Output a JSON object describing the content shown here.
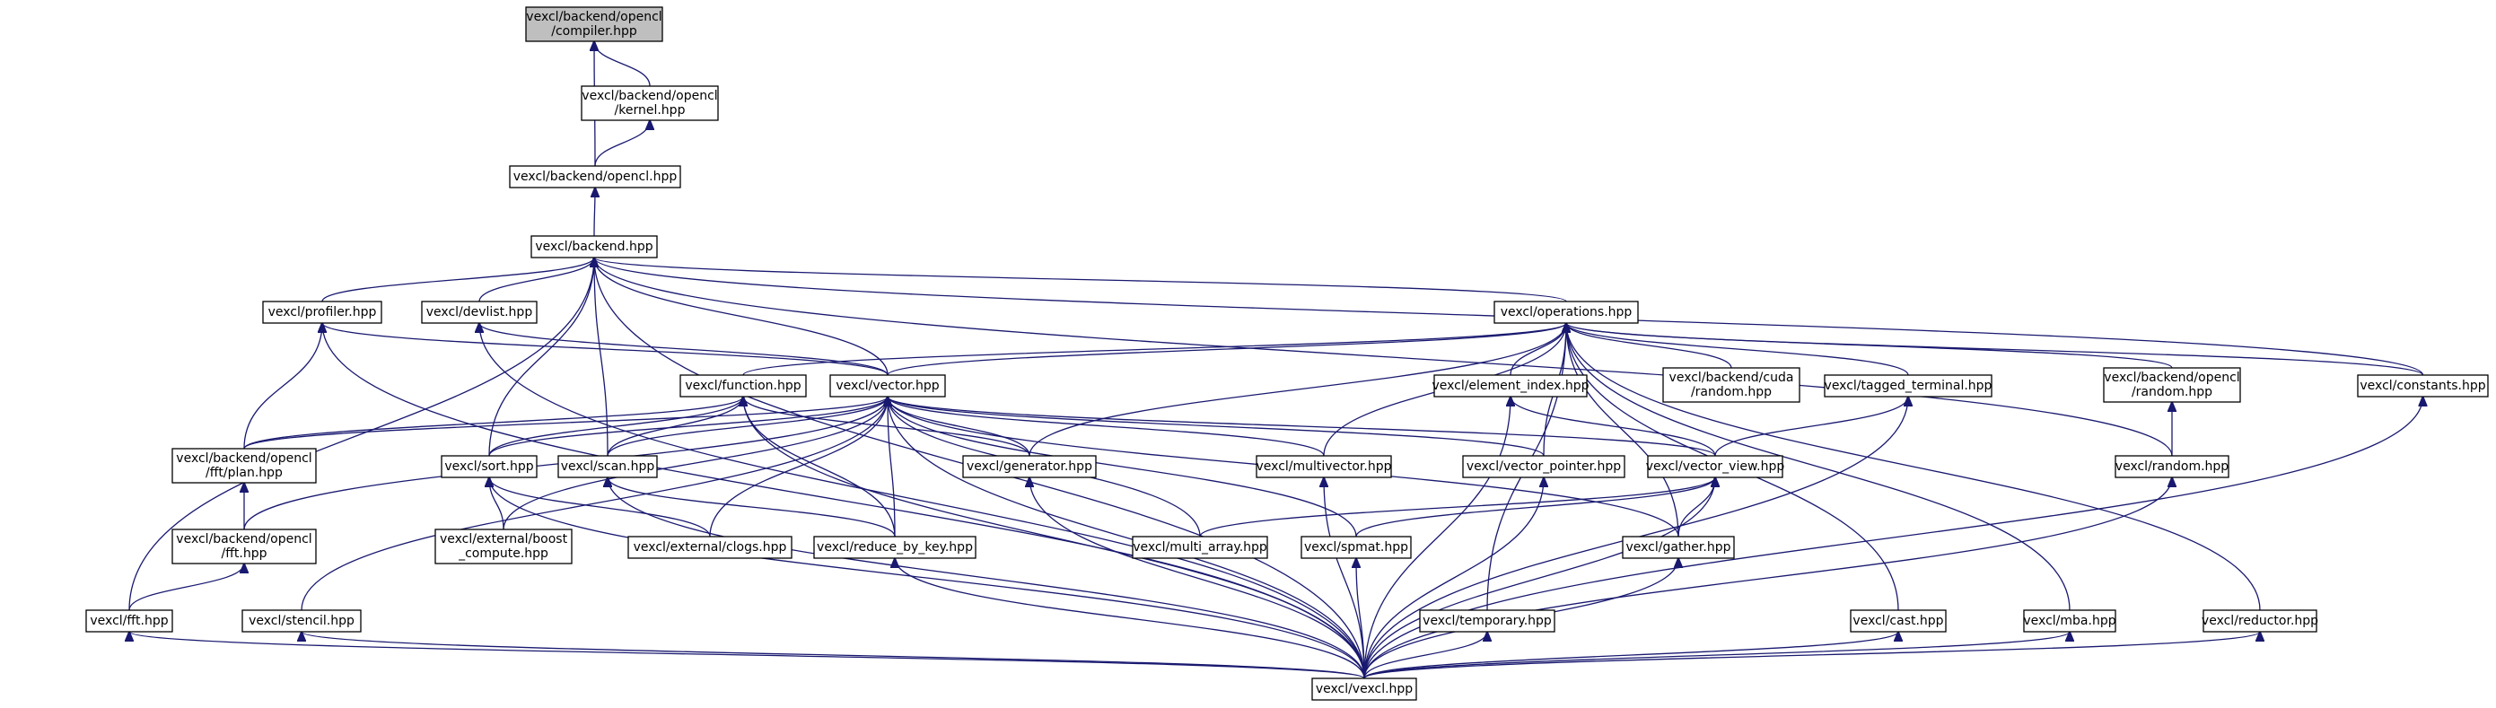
{
  "graph": {
    "nodes": [
      {
        "id": "compiler",
        "lines": [
          "vexcl/backend/opencl",
          "/compiler.hpp"
        ],
        "root": true
      },
      {
        "id": "kernel",
        "lines": [
          "vexcl/backend/opencl",
          "/kernel.hpp"
        ]
      },
      {
        "id": "opencl",
        "lines": [
          "vexcl/backend/opencl.hpp"
        ]
      },
      {
        "id": "backend",
        "lines": [
          "vexcl/backend.hpp"
        ]
      },
      {
        "id": "profiler",
        "lines": [
          "vexcl/profiler.hpp"
        ]
      },
      {
        "id": "devlist",
        "lines": [
          "vexcl/devlist.hpp"
        ]
      },
      {
        "id": "operations",
        "lines": [
          "vexcl/operations.hpp"
        ]
      },
      {
        "id": "function",
        "lines": [
          "vexcl/function.hpp"
        ]
      },
      {
        "id": "vector",
        "lines": [
          "vexcl/vector.hpp"
        ]
      },
      {
        "id": "element_index",
        "lines": [
          "vexcl/element_index.hpp"
        ]
      },
      {
        "id": "cuda_random",
        "lines": [
          "vexcl/backend/cuda",
          "/random.hpp"
        ]
      },
      {
        "id": "tagged_terminal",
        "lines": [
          "vexcl/tagged_terminal.hpp"
        ]
      },
      {
        "id": "opencl_random",
        "lines": [
          "vexcl/backend/opencl",
          "/random.hpp"
        ]
      },
      {
        "id": "constants",
        "lines": [
          "vexcl/constants.hpp"
        ]
      },
      {
        "id": "fft_plan",
        "lines": [
          "vexcl/backend/opencl",
          "/fft/plan.hpp"
        ]
      },
      {
        "id": "sort",
        "lines": [
          "vexcl/sort.hpp"
        ]
      },
      {
        "id": "scan",
        "lines": [
          "vexcl/scan.hpp"
        ]
      },
      {
        "id": "generator",
        "lines": [
          "vexcl/generator.hpp"
        ]
      },
      {
        "id": "multivector",
        "lines": [
          "vexcl/multivector.hpp"
        ]
      },
      {
        "id": "vector_pointer",
        "lines": [
          "vexcl/vector_pointer.hpp"
        ]
      },
      {
        "id": "vector_view",
        "lines": [
          "vexcl/vector_view.hpp"
        ]
      },
      {
        "id": "random",
        "lines": [
          "vexcl/random.hpp"
        ]
      },
      {
        "id": "opencl_fft",
        "lines": [
          "vexcl/backend/opencl",
          "/fft.hpp"
        ]
      },
      {
        "id": "boost_compute",
        "lines": [
          "vexcl/external/boost",
          "_compute.hpp"
        ]
      },
      {
        "id": "clogs",
        "lines": [
          "vexcl/external/clogs.hpp"
        ]
      },
      {
        "id": "reduce_by_key",
        "lines": [
          "vexcl/reduce_by_key.hpp"
        ]
      },
      {
        "id": "multi_array",
        "lines": [
          "vexcl/multi_array.hpp"
        ]
      },
      {
        "id": "spmat",
        "lines": [
          "vexcl/spmat.hpp"
        ]
      },
      {
        "id": "gather",
        "lines": [
          "vexcl/gather.hpp"
        ]
      },
      {
        "id": "fft",
        "lines": [
          "vexcl/fft.hpp"
        ]
      },
      {
        "id": "stencil",
        "lines": [
          "vexcl/stencil.hpp"
        ]
      },
      {
        "id": "temporary",
        "lines": [
          "vexcl/temporary.hpp"
        ]
      },
      {
        "id": "cast",
        "lines": [
          "vexcl/cast.hpp"
        ]
      },
      {
        "id": "mba",
        "lines": [
          "vexcl/mba.hpp"
        ]
      },
      {
        "id": "reductor",
        "lines": [
          "vexcl/reductor.hpp"
        ]
      },
      {
        "id": "vexcl",
        "lines": [
          "vexcl/vexcl.hpp"
        ]
      }
    ],
    "edges": [
      [
        "kernel",
        "compiler"
      ],
      [
        "opencl",
        "compiler"
      ],
      [
        "opencl",
        "kernel"
      ],
      [
        "backend",
        "opencl"
      ],
      [
        "profiler",
        "backend"
      ],
      [
        "devlist",
        "backend"
      ],
      [
        "operations",
        "backend"
      ],
      [
        "vector",
        "backend"
      ],
      [
        "sort",
        "backend"
      ],
      [
        "scan",
        "backend"
      ],
      [
        "fft",
        "backend"
      ],
      [
        "vexcl",
        "backend"
      ],
      [
        "constants",
        "backend"
      ],
      [
        "random",
        "backend"
      ],
      [
        "function",
        "operations"
      ],
      [
        "vector",
        "operations"
      ],
      [
        "element_index",
        "operations"
      ],
      [
        "cuda_random",
        "operations"
      ],
      [
        "tagged_terminal",
        "operations"
      ],
      [
        "opencl_random",
        "operations"
      ],
      [
        "constants",
        "operations"
      ],
      [
        "generator",
        "operations"
      ],
      [
        "multivector",
        "operations"
      ],
      [
        "vector_pointer",
        "operations"
      ],
      [
        "temporary",
        "operations"
      ],
      [
        "cast",
        "operations"
      ],
      [
        "gather",
        "operations"
      ],
      [
        "mba",
        "operations"
      ],
      [
        "reductor",
        "operations"
      ],
      [
        "vector",
        "profiler"
      ],
      [
        "fft_plan",
        "profiler"
      ],
      [
        "vexcl",
        "profiler"
      ],
      [
        "vector",
        "devlist"
      ],
      [
        "vexcl",
        "devlist"
      ],
      [
        "fft_plan",
        "function"
      ],
      [
        "sort",
        "function"
      ],
      [
        "scan",
        "function"
      ],
      [
        "generator",
        "function"
      ],
      [
        "reduce_by_key",
        "function"
      ],
      [
        "vexcl",
        "function"
      ],
      [
        "fft_plan",
        "vector"
      ],
      [
        "opencl_fft",
        "vector"
      ],
      [
        "sort",
        "vector"
      ],
      [
        "scan",
        "vector"
      ],
      [
        "generator",
        "vector"
      ],
      [
        "multivector",
        "vector"
      ],
      [
        "vector_pointer",
        "vector"
      ],
      [
        "vector_view",
        "vector"
      ],
      [
        "boost_compute",
        "vector"
      ],
      [
        "clogs",
        "vector"
      ],
      [
        "reduce_by_key",
        "vector"
      ],
      [
        "multi_array",
        "vector"
      ],
      [
        "spmat",
        "vector"
      ],
      [
        "gather",
        "vector"
      ],
      [
        "stencil",
        "vector"
      ],
      [
        "vexcl",
        "vector"
      ],
      [
        "vector_view",
        "element_index"
      ],
      [
        "vexcl",
        "element_index"
      ],
      [
        "vector_view",
        "tagged_terminal"
      ],
      [
        "vexcl",
        "tagged_terminal"
      ],
      [
        "random",
        "opencl_random"
      ],
      [
        "vexcl",
        "constants"
      ],
      [
        "opencl_fft",
        "fft_plan"
      ],
      [
        "fft",
        "opencl_fft"
      ],
      [
        "boost_compute",
        "sort"
      ],
      [
        "clogs",
        "sort"
      ],
      [
        "vexcl",
        "sort"
      ],
      [
        "reduce_by_key",
        "scan"
      ],
      [
        "vexcl",
        "scan"
      ],
      [
        "vexcl",
        "generator"
      ],
      [
        "vexcl",
        "multivector"
      ],
      [
        "vexcl",
        "vector_pointer"
      ],
      [
        "multi_array",
        "vector_view"
      ],
      [
        "spmat",
        "vector_view"
      ],
      [
        "gather",
        "vector_view"
      ],
      [
        "vexcl",
        "vector_view"
      ],
      [
        "vexcl",
        "random"
      ],
      [
        "vexcl",
        "reduce_by_key"
      ],
      [
        "vexcl",
        "spmat"
      ],
      [
        "vexcl",
        "gather"
      ],
      [
        "vexcl",
        "fft"
      ],
      [
        "vexcl",
        "stencil"
      ],
      [
        "vexcl",
        "temporary"
      ],
      [
        "vexcl",
        "cast"
      ],
      [
        "vexcl",
        "mba"
      ],
      [
        "vexcl",
        "reductor"
      ]
    ]
  }
}
